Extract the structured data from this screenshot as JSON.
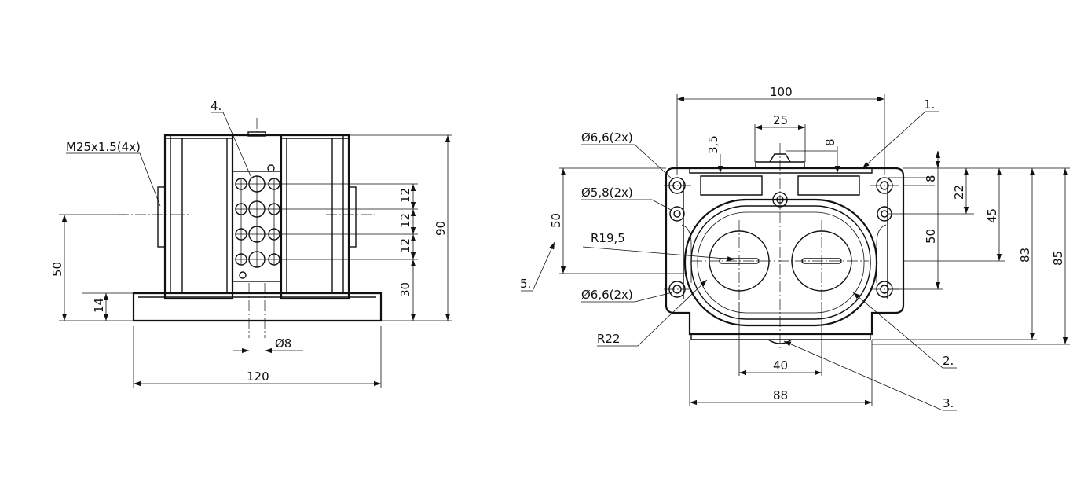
{
  "left_view": {
    "dims": {
      "thread": "M25x1.5(4x)",
      "width": "120",
      "height_total": "90",
      "height_50": "50",
      "height_14": "14",
      "pitch_1": "12",
      "pitch_2": "12",
      "pitch_3": "12",
      "height_30": "30",
      "diameter": "Ø8"
    },
    "callouts": {
      "item4": "4."
    }
  },
  "right_view": {
    "dims": {
      "width_100": "100",
      "width_25": "25",
      "v_3_5": "3,5",
      "v_8_top": "8",
      "hole_66_top": "Ø6,6(2x)",
      "hole_58": "Ø5,8(2x)",
      "radius_19_5": "R19,5",
      "hole_66_bottom": "Ø6,6(2x)",
      "radius_22": "R22",
      "height_50_left": "50",
      "v_8_right": "8",
      "v_22": "22",
      "v_45": "45",
      "v_50_right": "50",
      "v_83": "83",
      "v_85": "85",
      "width_40": "40",
      "width_88": "88"
    },
    "callouts": {
      "item1": "1.",
      "item2": "2.",
      "item3": "3.",
      "item5": "5."
    }
  }
}
